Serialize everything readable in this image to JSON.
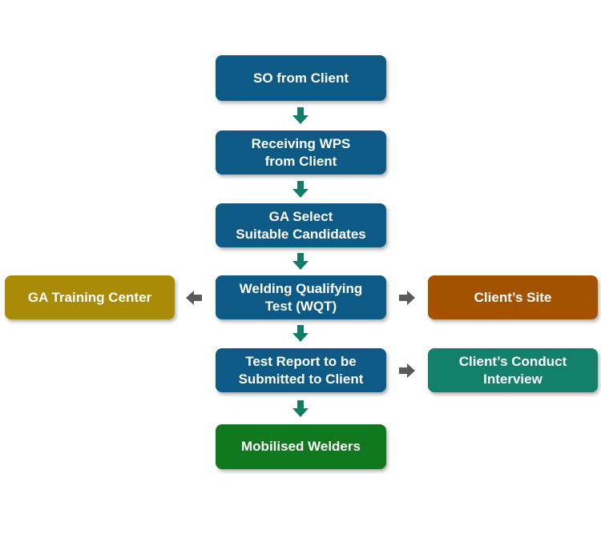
{
  "diagram": {
    "nodes": [
      {
        "id": "so",
        "label": "SO from Client",
        "color": "#0e5a86"
      },
      {
        "id": "wps",
        "label": "Receiving WPS\nfrom Client",
        "color": "#0e5a86"
      },
      {
        "id": "select",
        "label": "GA Select\nSuitable Candidates",
        "color": "#0e5a86"
      },
      {
        "id": "wqt",
        "label": "Welding Qualifying\nTest (WQT)",
        "color": "#0e5a86"
      },
      {
        "id": "report",
        "label": "Test Report to be\nSubmitted to Client",
        "color": "#0e5a86"
      },
      {
        "id": "mobilised",
        "label": "Mobilised Welders",
        "color": "#10781f"
      },
      {
        "id": "training",
        "label": "GA Training Center",
        "color": "#aa8b08"
      },
      {
        "id": "site",
        "label": "Client’s Site",
        "color": "#a35202"
      },
      {
        "id": "interview",
        "label": "Client’s Conduct\nInterview",
        "color": "#12806b"
      }
    ],
    "edges": [
      {
        "from": "so",
        "to": "wps"
      },
      {
        "from": "wps",
        "to": "select"
      },
      {
        "from": "select",
        "to": "wqt"
      },
      {
        "from": "wqt",
        "to": "report"
      },
      {
        "from": "report",
        "to": "mobilised"
      },
      {
        "from": "wqt",
        "to": "training"
      },
      {
        "from": "wqt",
        "to": "site"
      },
      {
        "from": "report",
        "to": "interview"
      }
    ],
    "colors": {
      "down_arrow": "#127c66",
      "side_arrow": "#5a5a5a"
    }
  }
}
